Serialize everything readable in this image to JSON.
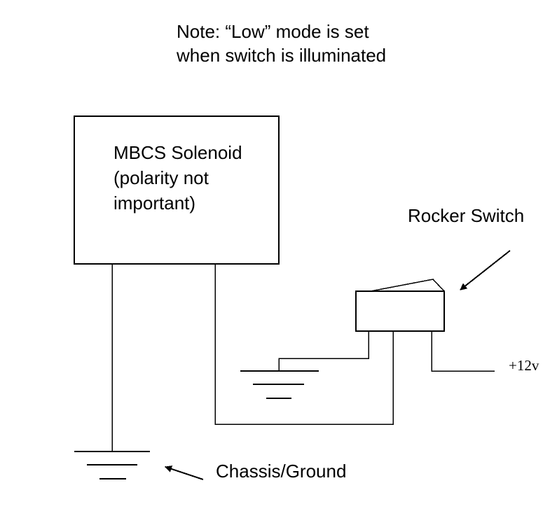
{
  "note": {
    "line1": "Note: “Low” mode is set",
    "line2": "when switch is illuminated"
  },
  "solenoid": {
    "line1": "MBCS Solenoid",
    "line2": "(polarity not",
    "line3": "important)"
  },
  "rocker_label": "Rocker Switch",
  "supply_label": "+12v",
  "ground_label": "Chassis/Ground"
}
